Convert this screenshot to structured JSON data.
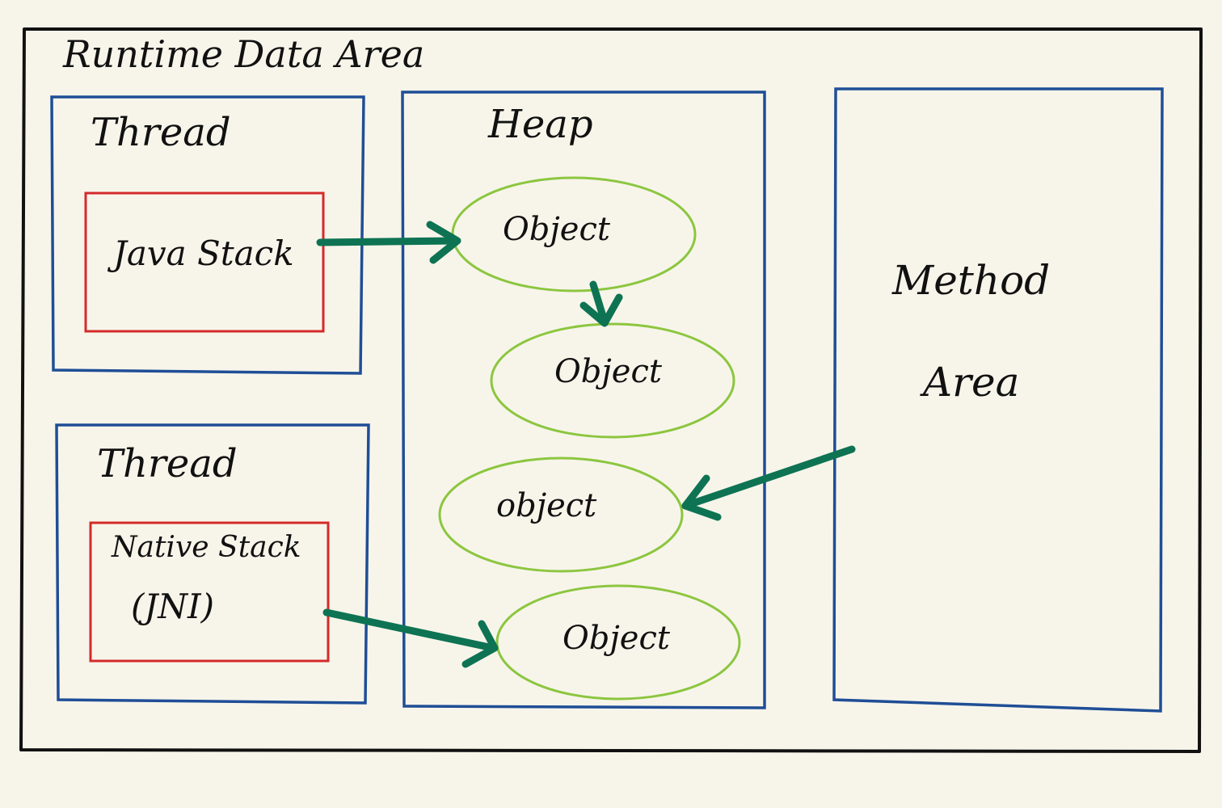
{
  "diagram": {
    "title": "Runtime Data Area",
    "thread_top": {
      "label": "Thread",
      "stack_label": "Java Stack"
    },
    "thread_bottom": {
      "label": "Thread",
      "stack_label": "Native Stack",
      "stack_sublabel": "(JNI)"
    },
    "heap": {
      "label": "Heap",
      "objects": [
        "Object",
        "Object",
        "object",
        "Object"
      ]
    },
    "method_area": {
      "line1": "Method",
      "line2": "Area"
    },
    "colors": {
      "background": "#f7f5ea",
      "outer_border": "#111111",
      "region_border": "#1f4e96",
      "stack_border": "#d42a2a",
      "object_border": "#8cc63f",
      "arrow": "#0e7353"
    }
  }
}
